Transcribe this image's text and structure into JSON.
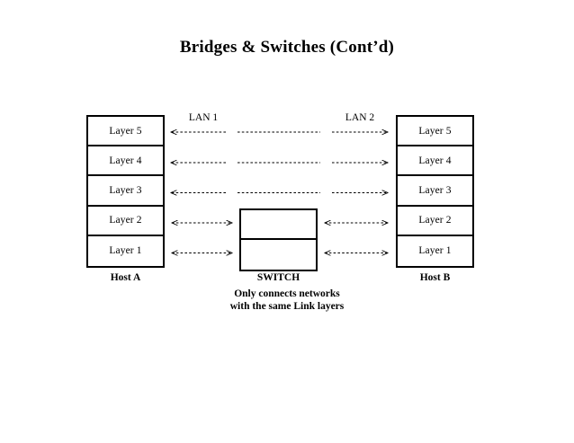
{
  "slide": {
    "title": "Bridges & Switches (Cont’d)",
    "background_color": "#ffffff",
    "ink_color": "#000000"
  },
  "diagram": {
    "type": "network-protocol-stack-diagram",
    "lan_labels": [
      {
        "name": "lan-1",
        "text": "LAN 1"
      },
      {
        "name": "lan-2",
        "text": "LAN 2"
      }
    ],
    "host_a": {
      "label": "Host A",
      "layers": [
        "Layer 5",
        "Layer 4",
        "Layer 3",
        "Layer 2",
        "Layer 1"
      ]
    },
    "host_b": {
      "label": "Host B",
      "layers": [
        "Layer 5",
        "Layer 4",
        "Layer 3",
        "Layer 2",
        "Layer 1"
      ]
    },
    "switch": {
      "label": "SWITCH",
      "cells": [
        "",
        ""
      ],
      "spans_layers": [
        "Layer 2",
        "Layer 1"
      ]
    },
    "caption_lines": [
      "Only connects networks",
      "with the same Link layers"
    ],
    "connections": [
      {
        "row": "Layer 5",
        "style": "dashed",
        "segments": [
          {
            "name": "left-segment",
            "arrow": "left"
          },
          {
            "name": "middle-segment",
            "arrow": "none"
          },
          {
            "name": "right-segment",
            "arrow": "right"
          }
        ]
      },
      {
        "row": "Layer 4",
        "style": "dashed",
        "segments": [
          {
            "name": "left-segment",
            "arrow": "left"
          },
          {
            "name": "middle-segment",
            "arrow": "none"
          },
          {
            "name": "right-segment",
            "arrow": "right"
          }
        ]
      },
      {
        "row": "Layer 3",
        "style": "dashed",
        "segments": [
          {
            "name": "left-segment",
            "arrow": "left"
          },
          {
            "name": "middle-segment",
            "arrow": "none"
          },
          {
            "name": "right-segment",
            "arrow": "right"
          }
        ]
      },
      {
        "row": "Layer 2",
        "style": "dashed",
        "segments": [
          {
            "name": "host-a-to-switch",
            "arrow": "both"
          },
          {
            "name": "switch-to-host-b",
            "arrow": "both"
          }
        ]
      },
      {
        "row": "Layer 1",
        "style": "dashed",
        "segments": [
          {
            "name": "host-a-to-switch",
            "arrow": "both"
          },
          {
            "name": "switch-to-host-b",
            "arrow": "both"
          }
        ]
      }
    ]
  }
}
